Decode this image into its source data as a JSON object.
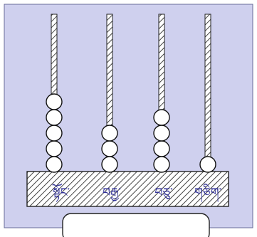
{
  "abacus": {
    "rods": [
      {
        "label": "སྟོང་",
        "beads": 5
      },
      {
        "label": "བརྒྱ་",
        "beads": 3
      },
      {
        "label": "བཅུ་",
        "beads": 4
      },
      {
        "label": "གཅིག་",
        "beads": 1
      }
    ],
    "colors": {
      "background": "#cfd0ee",
      "label": "#333399",
      "bead_fill": "#ffffff",
      "hatch": "#444444"
    }
  }
}
